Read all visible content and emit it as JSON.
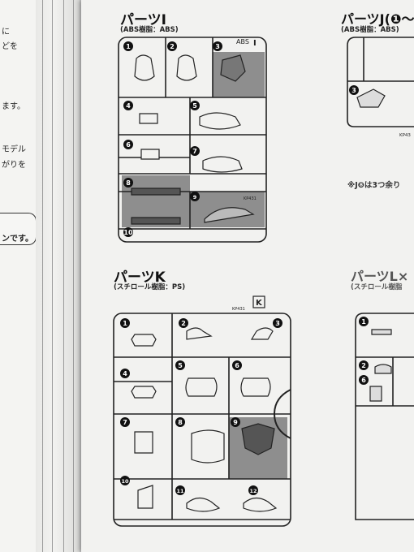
{
  "left_page": {
    "lines": [
      "に",
      "どを",
      "ます。",
      "モデル",
      "がりを",
      "ンです。"
    ]
  },
  "parts_i": {
    "title": "パーツI",
    "material": "(ABS樹脂：ABS)",
    "runner_code": "ABS",
    "runner_letter": "I",
    "kp_code": "KP431",
    "numbers": [
      "1",
      "2",
      "3",
      "4",
      "5",
      "6",
      "7",
      "8",
      "9",
      "10"
    ]
  },
  "parts_j": {
    "title": "パーツJ(❶〜",
    "material": "(ABS樹脂：ABS)",
    "numbers": [
      "3"
    ],
    "kp_code": "KP43",
    "note": "※J❽は3つ余り"
  },
  "parts_k": {
    "title": "パーツK",
    "material": "(スチロール樹脂：PS)",
    "runner_letter": "K",
    "kp_code": "KP431",
    "numbers": [
      "1",
      "2",
      "3",
      "4",
      "5",
      "6",
      "7",
      "8",
      "9",
      "10",
      "11",
      "12"
    ]
  },
  "parts_l": {
    "title": "パーツL×",
    "material": "(スチロール樹脂",
    "numbers": [
      "1",
      "2",
      "6"
    ]
  },
  "colors": {
    "paper": "#f2f2f0",
    "ink": "#111111",
    "shade": "#8e8e8e"
  }
}
